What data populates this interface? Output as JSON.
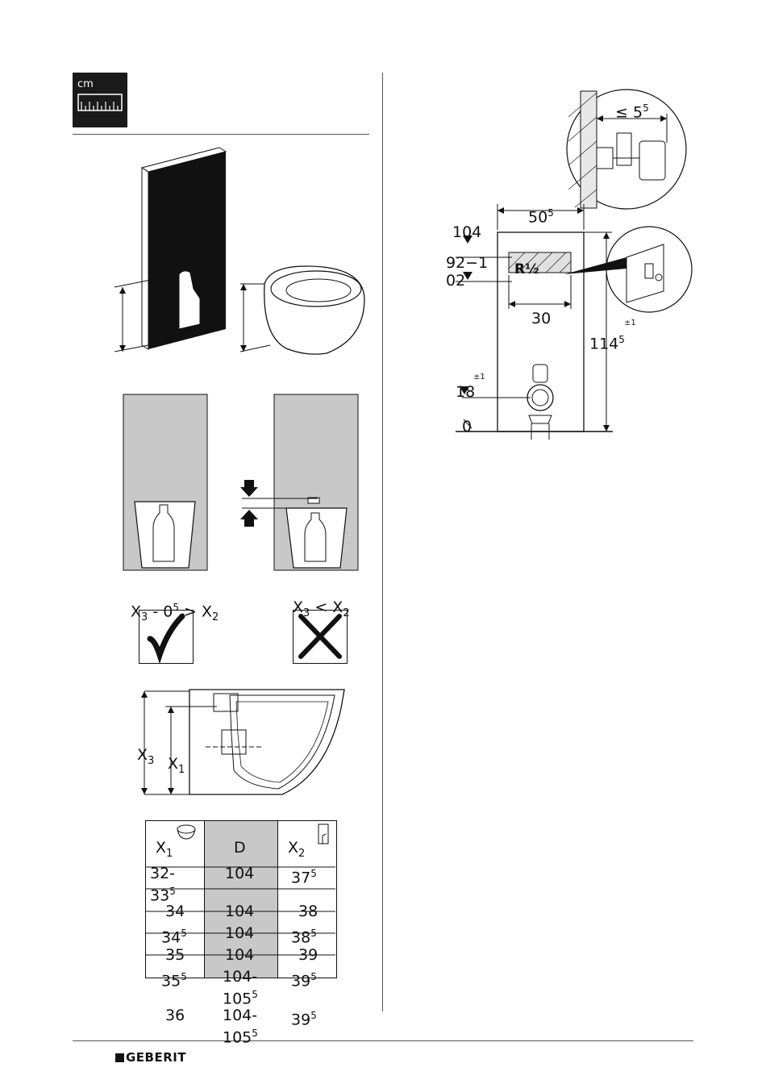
{
  "unit_icon": {
    "label": "cm",
    "icon": "ruler-icon"
  },
  "fig2": {
    "width": "50",
    "width_sup": "5",
    "top_height": "104",
    "supply_range": "92−102",
    "thread": "R½",
    "box_width": "30",
    "total_height": "114",
    "total_height_sup": "5",
    "total_tolerance": "±1",
    "drain_height": "18",
    "drain_tolerance": "±1",
    "floor": "0",
    "detail_distance": "≤ 5",
    "detail_distance_sup": "5"
  },
  "rules": {
    "ok": {
      "prefix": "X",
      "sub1": "3",
      "mid": " - 0",
      "sup": "5",
      "op": " > X",
      "sub2": "2",
      "icon": "check-icon"
    },
    "bad": {
      "prefix": "X",
      "sub1": "3",
      "op": " < X",
      "sub2": "2",
      "icon": "cross-icon"
    }
  },
  "section": {
    "x3": "X",
    "x3_sub": "3",
    "x1": "X",
    "x1_sub": "1"
  },
  "table": {
    "headers": {
      "x1": "X",
      "x1_sub": "1",
      "d": "D",
      "x2": "X",
      "x2_sub": "2"
    },
    "rows": [
      {
        "x1": "32-",
        "x1b": "33",
        "x1b_sup": "5",
        "d": "104",
        "x2": "37",
        "x2_sup": "5"
      },
      {
        "x1": "34",
        "d": "104",
        "x2": "38"
      },
      {
        "x1": "34",
        "x1_sup": "5",
        "d": "104",
        "x2": "38",
        "x2_sup": "5"
      },
      {
        "x1": "35",
        "d": "104",
        "x2": "39"
      },
      {
        "x1": "35",
        "x1_sup": "5",
        "d": "104-",
        "db": "105",
        "db_sup": "5",
        "x2": "39",
        "x2_sup": "5"
      },
      {
        "x1": "36",
        "d": "104-",
        "db": "105",
        "db_sup": "5",
        "x2": "39",
        "x2_sup": "5"
      }
    ]
  },
  "footer": {
    "brand": "GEBERIT"
  }
}
